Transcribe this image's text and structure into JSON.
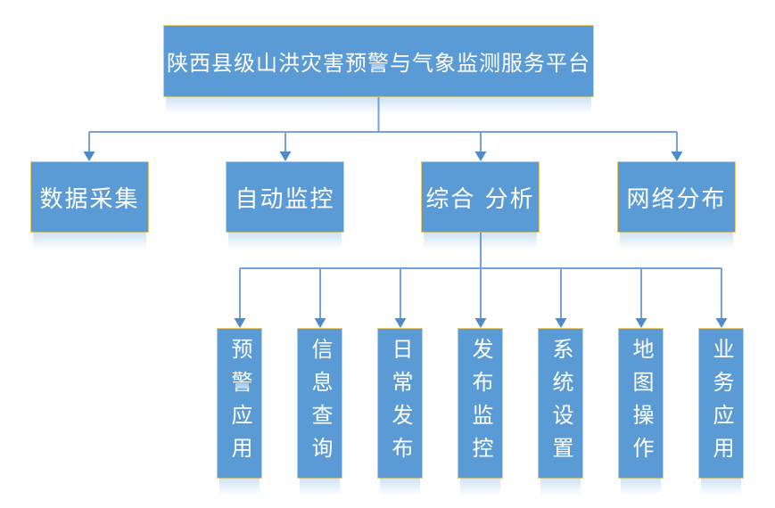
{
  "diagram": {
    "type": "org-chart",
    "root": {
      "label": "陕西县级山洪灾害预警与气象监测服务平台"
    },
    "branches": [
      {
        "label": "数据采集"
      },
      {
        "label": "自动监控"
      },
      {
        "label": "综合 分析",
        "children": [
          {
            "label": "预警应用"
          },
          {
            "label": "信息查询"
          },
          {
            "label": "日常发布"
          },
          {
            "label": "发布监控"
          },
          {
            "label": "系统设置"
          },
          {
            "label": "地图操作"
          },
          {
            "label": "业务应用"
          }
        ]
      },
      {
        "label": "网络分布"
      }
    ],
    "colors": {
      "box_fill": "#5B9BD5",
      "box_border": "#E9C96E",
      "connector_line": "#74A1D8",
      "arrow_fill": "#4E8BC9",
      "text": "#FFFFFF",
      "background": "#FFFFFF"
    }
  }
}
